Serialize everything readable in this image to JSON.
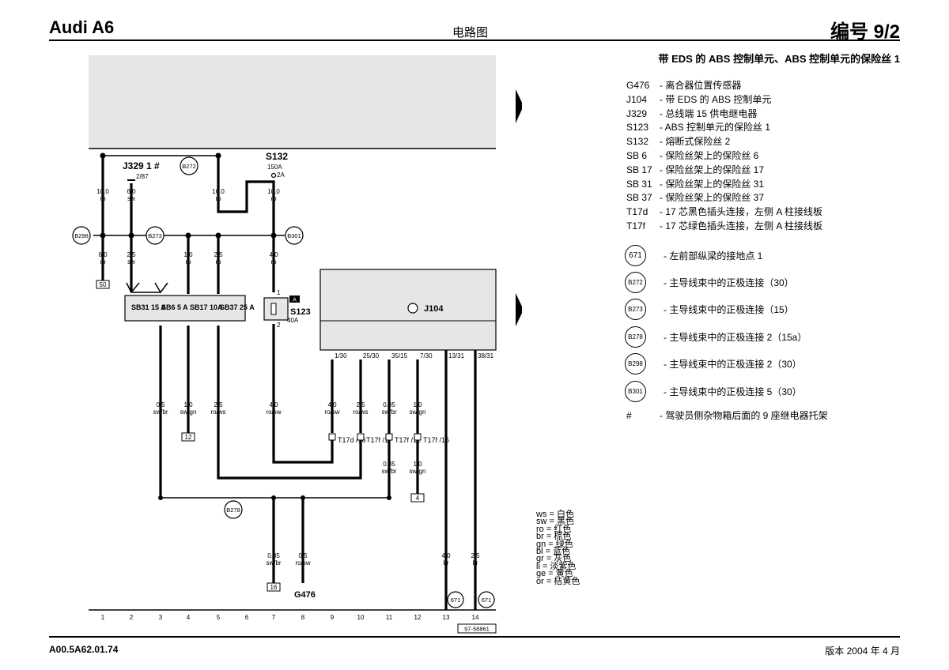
{
  "header": {
    "brand": "Audi A6",
    "doc_type": "电路图",
    "doc_number": "编号 9/2"
  },
  "subtitle": "带 EDS 的 ABS 控制单元、ABS 控制单元的保险丝 1",
  "legend": [
    {
      "code": "G476",
      "desc": "- 离合器位置传感器"
    },
    {
      "code": "J104",
      "desc": "- 带 EDS 的 ABS 控制单元"
    },
    {
      "code": "J329",
      "desc": "- 总线端 15 供电继电器"
    },
    {
      "code": "S123",
      "desc": "- ABS 控制单元的保险丝 1"
    },
    {
      "code": "S132",
      "desc": "- 熔断式保险丝 2"
    },
    {
      "code": "SB 6",
      "desc": "- 保险丝架上的保险丝 6"
    },
    {
      "code": "SB 17",
      "desc": "- 保险丝架上的保险丝 17"
    },
    {
      "code": "SB 31",
      "desc": "- 保险丝架上的保险丝 31"
    },
    {
      "code": "SB 37",
      "desc": "- 保险丝架上的保险丝 37"
    },
    {
      "code": "T17d",
      "desc": "- 17 芯黑色插头连接，左侧 A 柱接线板"
    },
    {
      "code": "T17f",
      "desc": "- 17 芯绿色插头连接，左侧 A 柱接线板"
    }
  ],
  "connections": [
    {
      "id": "671",
      "desc": "- 左前部纵梁的接地点 1"
    },
    {
      "id": "B272",
      "desc": "- 主导线束中的正极连接（30）"
    },
    {
      "id": "B273",
      "desc": "- 主导线束中的正极连接（15）"
    },
    {
      "id": "B278",
      "desc": "- 主导线束中的正极连接 2（15a）"
    },
    {
      "id": "B298",
      "desc": "- 主导线束中的正极连接 2（30）"
    },
    {
      "id": "B301",
      "desc": "- 主导线束中的正极连接 5（30）"
    }
  ],
  "hash_note": {
    "symbol": "#",
    "desc": "- 驾驶员侧杂物箱后面的 9 座继电器托架"
  },
  "wire_colors": [
    "ws = 白色",
    "sw = 黑色",
    "ro = 红色",
    "br = 棕色",
    "gn = 绿色",
    "bl = 蓝色",
    "gr = 灰色",
    "li = 淡紫色",
    "ge = 黄色",
    "or = 桔黄色"
  ],
  "diagram": {
    "relay": {
      "name": "J329",
      "label": "J329 1 #",
      "pin": "2/87"
    },
    "fuse_s132": {
      "name": "S132",
      "rating": "150A",
      "pin": "2A"
    },
    "fuse_block": [
      "SB31 15 A",
      "SB6 5 A",
      "SB17 10A",
      "SB37 25 A"
    ],
    "fuse_s123": {
      "name": "S123",
      "rating": "40A",
      "pin_top": "1",
      "pin_bottom": "2",
      "marker": "A"
    },
    "ecu": {
      "name": "J104"
    },
    "ecu_pins": [
      "1/30",
      "25/30",
      "35/15",
      "7/30",
      "13/31",
      "38/31"
    ],
    "connectors": [
      "T17d /16",
      "T17f /17",
      "T17f /12",
      "T17f /15"
    ],
    "grounds": [
      "671",
      "671"
    ],
    "wire_labels": [
      {
        "gauge": "10.0",
        "color": "ro"
      },
      {
        "gauge": "6.0",
        "color": "sw"
      },
      {
        "gauge": "16.0",
        "color": "ro"
      },
      {
        "gauge": "10.0",
        "color": "ro"
      },
      {
        "gauge": "6.0",
        "color": "ro"
      },
      {
        "gauge": "2.5",
        "color": "sw"
      },
      {
        "gauge": "1.0",
        "color": "ro"
      },
      {
        "gauge": "2.5",
        "color": "ro"
      },
      {
        "gauge": "4.0",
        "color": "ro"
      },
      {
        "gauge": "0.5",
        "color": "sw/br"
      },
      {
        "gauge": "1.0",
        "color": "sw/gn"
      },
      {
        "gauge": "2.5",
        "color": "ro/ws"
      },
      {
        "gauge": "4.0",
        "color": "ro/sw"
      },
      {
        "gauge": "4.0",
        "color": "ro/sw"
      },
      {
        "gauge": "2.5",
        "color": "ro/ws"
      },
      {
        "gauge": "0.35",
        "color": "sw/br"
      },
      {
        "gauge": "1.0",
        "color": "sw/gn"
      },
      {
        "gauge": "0.35",
        "color": "sw/br"
      },
      {
        "gauge": "1.0",
        "color": "sw/gn"
      },
      {
        "gauge": "0.35",
        "color": "sw/br"
      },
      {
        "gauge": "0.5",
        "color": "ro/sw"
      },
      {
        "gauge": "4.0",
        "color": "br"
      },
      {
        "gauge": "2.5",
        "color": "br"
      }
    ],
    "ref_boxes": [
      "50",
      "12",
      "16",
      "4"
    ],
    "track_numbers": [
      "1",
      "2",
      "3",
      "4",
      "5",
      "6",
      "7",
      "8",
      "9",
      "10",
      "11",
      "12",
      "13",
      "14"
    ],
    "part_number": "97-58861"
  },
  "footer": {
    "code": "A00.5A62.01.74",
    "version": "版本 2004 年 4 月"
  }
}
